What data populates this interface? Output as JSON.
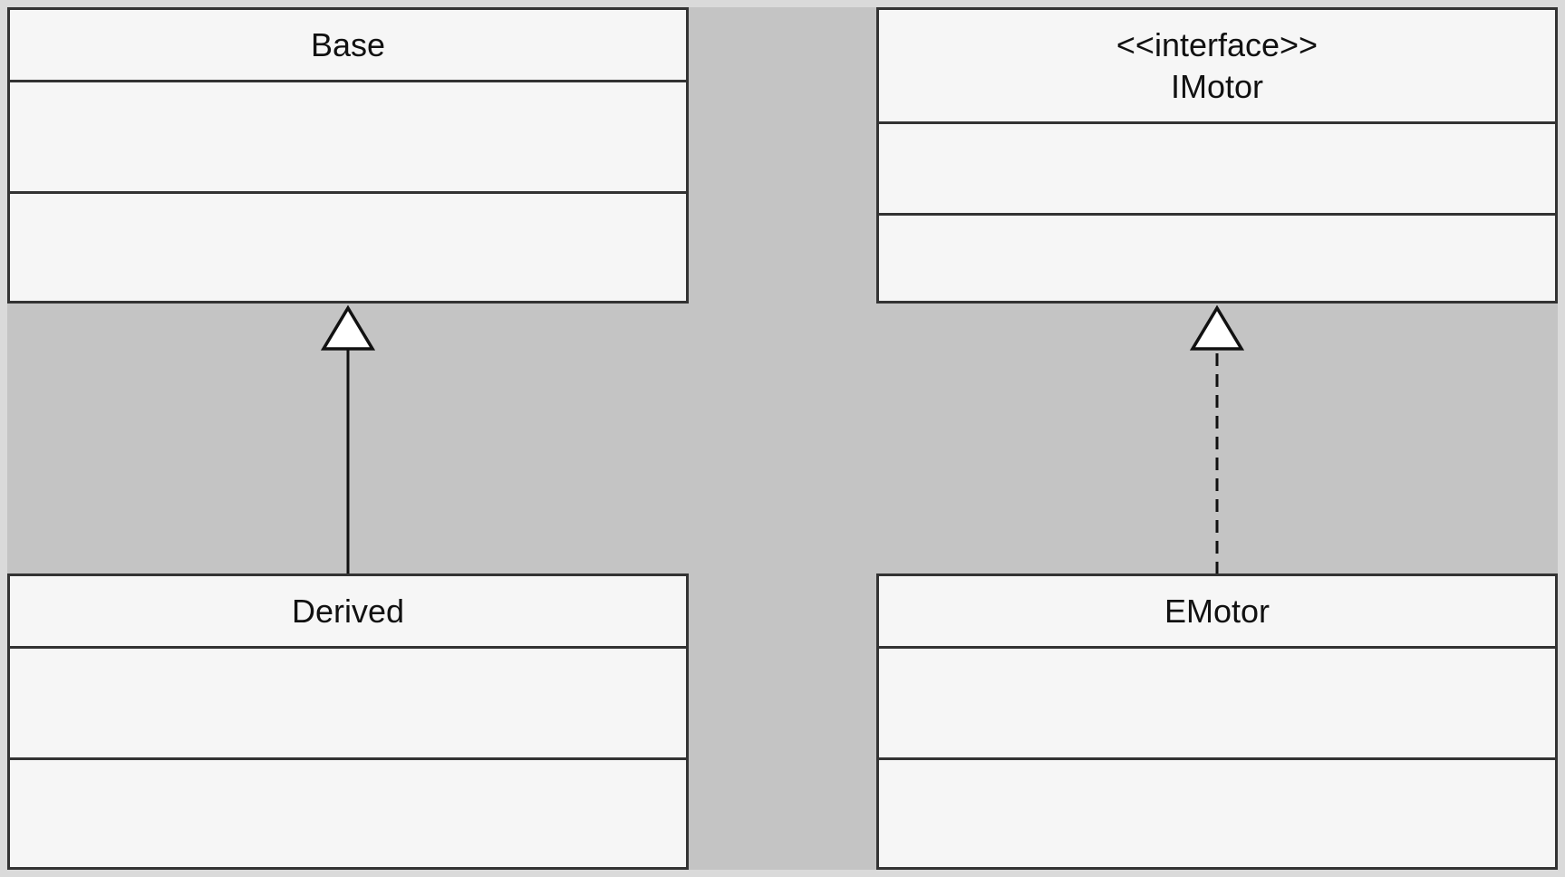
{
  "colors": {
    "page_border": "#dadada",
    "background": "#c4c4c4",
    "class_fill": "#f6f6f6",
    "class_border": "#333333",
    "connector": "#111111",
    "arrowhead_fill": "#ffffff"
  },
  "classes": {
    "base": {
      "name": "Base"
    },
    "imotor": {
      "stereotype": "<<interface>>",
      "name": "IMotor"
    },
    "derived": {
      "name": "Derived"
    },
    "emotor": {
      "name": "EMotor"
    }
  },
  "relationships": [
    {
      "kind": "generalization",
      "from": "Derived",
      "to": "Base",
      "line": "solid"
    },
    {
      "kind": "realization",
      "from": "EMotor",
      "to": "IMotor",
      "line": "dashed"
    }
  ]
}
